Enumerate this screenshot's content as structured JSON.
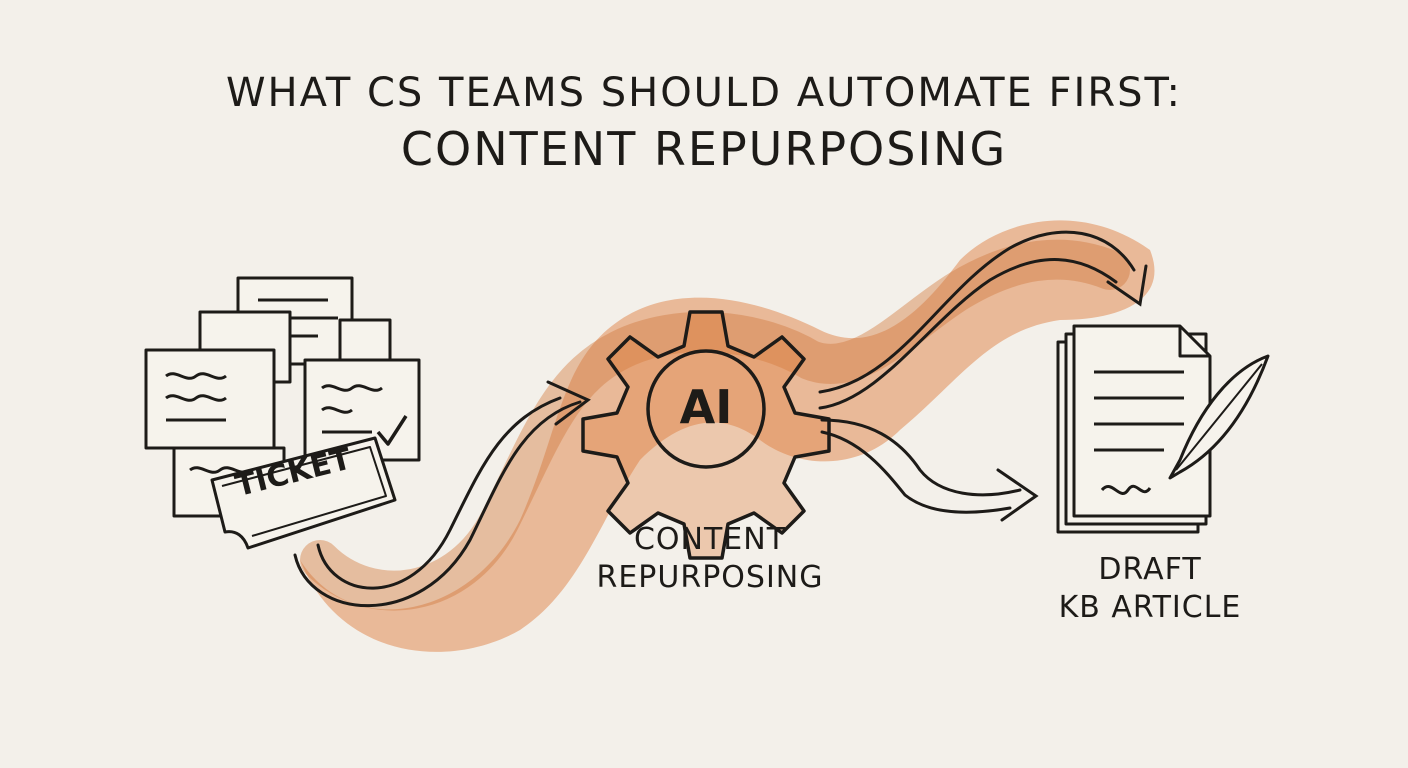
{
  "title": {
    "line1": "WHAT CS TEAMS SHOULD AUTOMATE FIRST:",
    "line2": "CONTENT REPURPOSING"
  },
  "input": {
    "ticket_label": "TICKET",
    "icon": "ticket-stack-icon"
  },
  "process": {
    "gear_label": "AI",
    "caption_line1": "CONTENT",
    "caption_line2": "REPURPOSING",
    "icon": "gear-icon"
  },
  "output": {
    "caption_line1": "DRAFT",
    "caption_line2": "KB ARTICLE",
    "icon": "document-quill-icon"
  },
  "colors": {
    "ink": "#1d1b18",
    "accent": "#d9712f",
    "paper": "#f3f0ea"
  }
}
